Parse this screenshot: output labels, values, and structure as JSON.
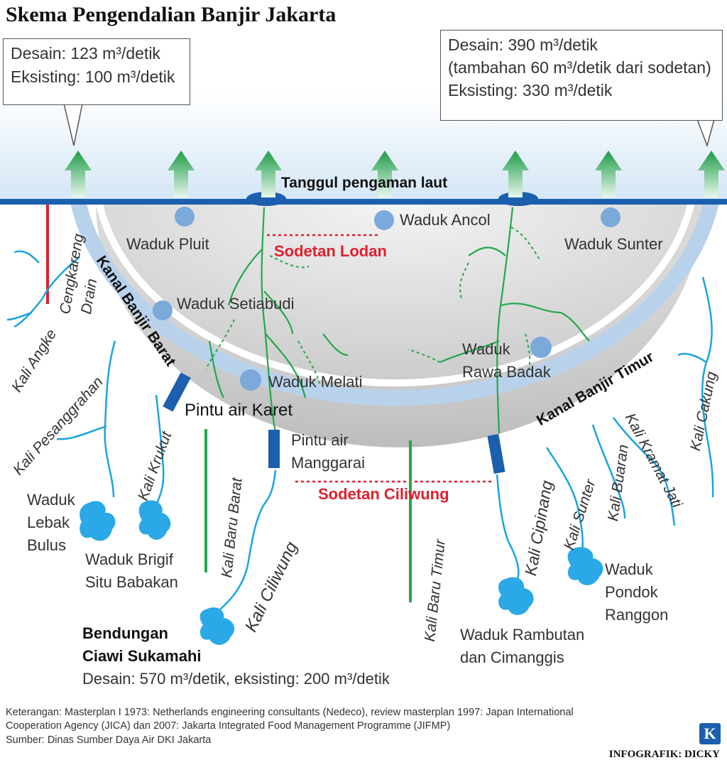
{
  "title": "Skema Pengendalian Banjir Jakarta",
  "box_left": {
    "line1": "Desain: 123 m³/detik",
    "line2": "Eksisting: 100 m³/detik"
  },
  "box_right": {
    "line1": "Desain: 390 m³/detik",
    "line2": "(tambahan 60 m³/detik dari sodetan)",
    "line3": "Eksisting: 330 m³/detik"
  },
  "sea_wall": "Tanggul pengaman laut",
  "sodetan_lodan": "Sodetan Lodan",
  "sodetan_ciliwung": "Sodetan Ciliwung",
  "reservoirs": {
    "pluit": "Waduk Pluit",
    "ancol": "Waduk Ancol",
    "sunter": "Waduk Sunter",
    "setiabudi": "Waduk Setiabudi",
    "melati": "Waduk Melati",
    "rawa_badak_1": "Waduk",
    "rawa_badak_2": "Rawa Badak"
  },
  "canals": {
    "barat": "Kanal Banjir Barat",
    "timur": "Kanal Banjir Timur"
  },
  "gates": {
    "karet": "Pintu air Karet",
    "manggarai_1": "Pintu air",
    "manggarai_2": "Manggarai"
  },
  "rivers": {
    "cengkareng_1": "Cengkareng",
    "cengkareng_2": "Drain",
    "angke": "Kali Angke",
    "pesanggrahan": "Kali Pesanggrahan",
    "krukut": "Kali Krukut",
    "baru_barat": "Kali Baru Barat",
    "ciliwung": "Kali Ciliwung",
    "baru_timur": "Kali Baru Timur",
    "cipinang": "Kali Cipinang",
    "sunter": "Kali Sunter",
    "buaran": "Kali Buaran",
    "kramat_jati": "Kali Kramat Jati",
    "cakung": "Kali Cakung"
  },
  "upstream": {
    "lebak_bulus": [
      "Waduk",
      "Lebak",
      "Bulus"
    ],
    "brigif": [
      "Waduk Brigif",
      "Situ Babakan"
    ],
    "pondok_ranggon": [
      "Waduk",
      "Pondok",
      "Ranggon"
    ],
    "rambutan": [
      "Waduk Rambutan",
      "dan Cimanggis"
    ]
  },
  "bendungan": {
    "name1": "Bendungan",
    "name2": "Ciawi Sukamahi",
    "capacity": "Desain: 570 m³/detik, eksisting: 200 m³/detik"
  },
  "footer": {
    "line1": "Keterangan: Masterplan I 1973: Netherlands engineering consultants (Nedeco), review masterplan 1997: Japan  International",
    "line2": "Cooperation Agency (JICA) dan 2007: Jakarta Integrated Food Management Programme (JIFMP)",
    "line3": "Sumber: Dinas Sumber Daya Air DKI Jakarta"
  },
  "credit": "INFOGRAFIK: DICKY",
  "logo": "K",
  "colors": {
    "sea": "#1b5fae",
    "canal": "#b9d2ec",
    "river": "#1aa3e0",
    "green": "#22a84a",
    "red": "#e0202e",
    "gate": "#1b5fae"
  }
}
